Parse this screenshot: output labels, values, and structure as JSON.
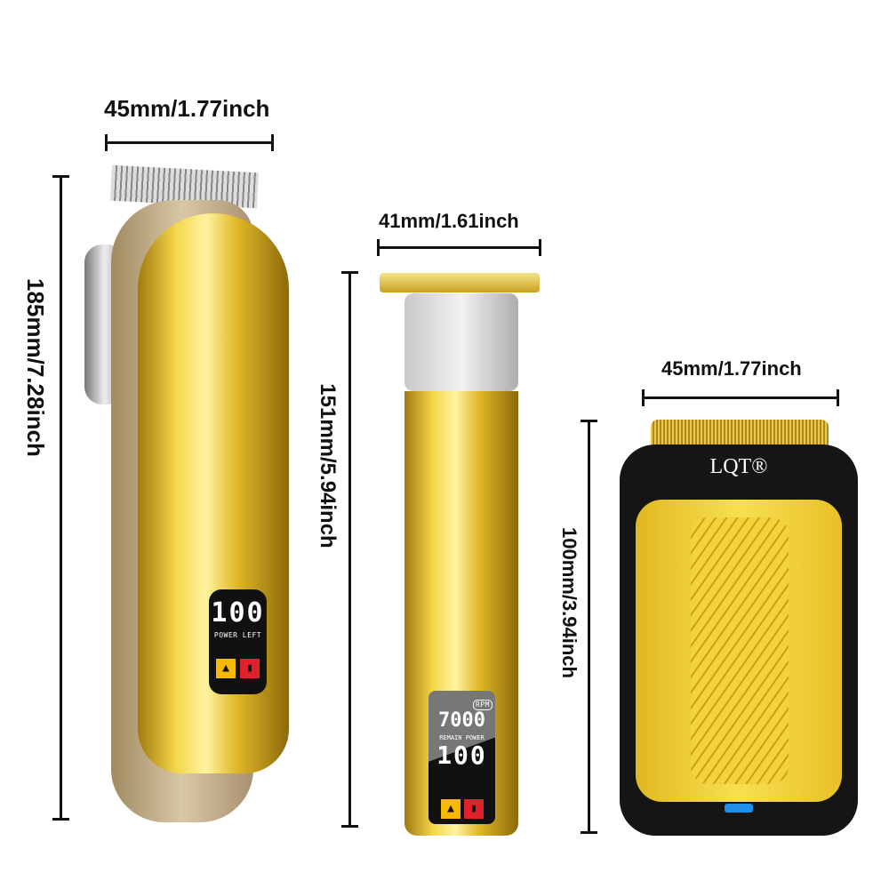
{
  "dimensions": {
    "clipper_width": "45mm/1.77inch",
    "clipper_height": "185mm/7.28inch",
    "trimmer_width": "41mm/1.61inch",
    "trimmer_height": "151mm/5.94inch",
    "shaver_width": "45mm/1.77inch",
    "shaver_height": "100mm/3.94inch"
  },
  "clipper": {
    "display_value": "100",
    "display_label": "POWER LEFT",
    "icons": [
      "oil-drop-icon",
      "plug-icon"
    ]
  },
  "trimmer": {
    "rpm_value": "7000",
    "rpm_label": "RPM",
    "display_label": "REMAIN POWER",
    "display_value": "100",
    "icons": [
      "oil-drop-icon",
      "plug-icon"
    ]
  },
  "shaver": {
    "brand": "LQT®"
  },
  "colors": {
    "gold": "#e8c22e",
    "black": "#111111",
    "icon_yellow": "#f6b800",
    "icon_red": "#e0202a",
    "led_blue": "#1e90e8"
  }
}
